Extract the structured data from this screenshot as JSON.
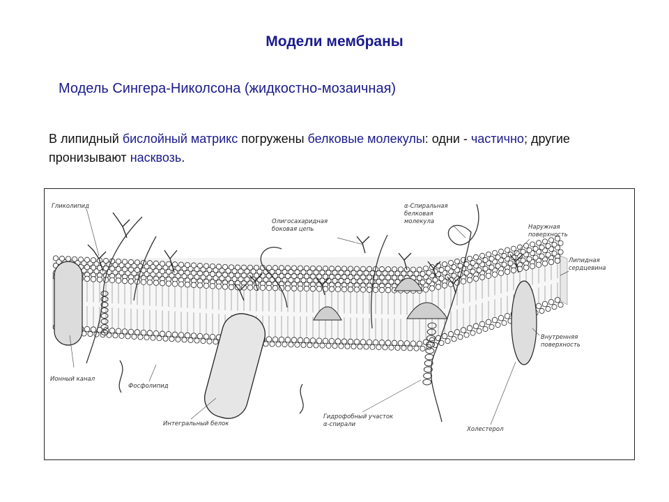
{
  "slide": {
    "title": "Модели мембраны",
    "subtitle": "Модель Сингера-Николсона (жидкостно-мозаичная)",
    "body": {
      "t1": "В липидный ",
      "h1": "бислойный матрикс",
      "t2": " погружены ",
      "h2": "белковые молекулы",
      "t3": ": одни - ",
      "h3": "частично",
      "t4": "; другие пронизывают ",
      "h4": "насквозь",
      "t5": "."
    }
  },
  "diagram": {
    "labels": {
      "glycolipid": "Гликолипид",
      "oligosaccharide_1": "Олигосахаридная",
      "oligosaccharide_2": "боковая цепь",
      "alpha_helix_1": "α-Спиральная",
      "alpha_helix_2": "белковая",
      "alpha_helix_3": "молекула",
      "outer_surface_1": "Наружная",
      "outer_surface_2": "поверхность",
      "lipid_core_1": "Липидная",
      "lipid_core_2": "сердцевина",
      "inner_surface_1": "Внутренняя",
      "inner_surface_2": "поверхность",
      "ion_channel": "Ионный канал",
      "phospholipid": "Фосфолипид",
      "integral_protein": "Интегральный белок",
      "hydrophobic_1": "Гидрофобный участок",
      "hydrophobic_2": "α-спирали",
      "cholesterol": "Холестерол"
    }
  }
}
